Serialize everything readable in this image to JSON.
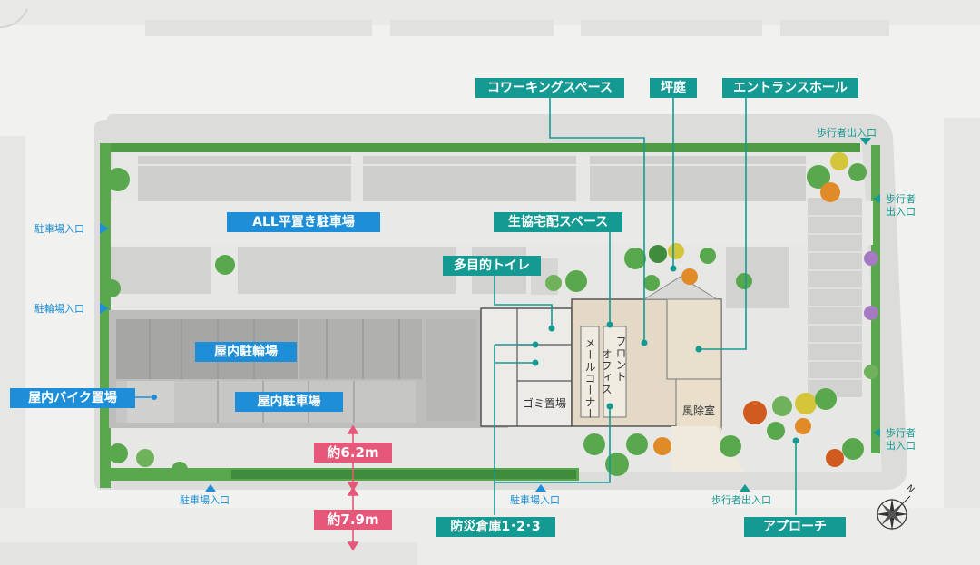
{
  "callouts": {
    "coworking": "コワーキングスペース",
    "tsuboniwa": "坪庭",
    "entrance_hall": "エントランスホール",
    "seikyo": "生協宅配スペース",
    "toilet": "多目的トイレ",
    "bousai": "防災倉庫1･2･3",
    "approach": "アプローチ"
  },
  "zones": {
    "flat_parking": "ALL平置き駐車場",
    "bike_indoor": "屋内駐輪場",
    "moto_indoor": "屋内バイク置場",
    "car_indoor": "屋内駐車場"
  },
  "distances": {
    "d1": "約6.2m",
    "d2": "約7.9m"
  },
  "entrances": {
    "parking_left": "駐車場入口",
    "bicycle_left": "駐輪場入口",
    "parking_bottom_left": "駐車場入口",
    "parking_bottom_center": "駐車場入口",
    "ped_bottom": "歩行者出入口",
    "ped_top_right": "歩行者出入口",
    "ped_right_1a": "歩行者",
    "ped_right_1b": "出入口",
    "ped_right_2a": "歩行者",
    "ped_right_2b": "出入口"
  },
  "rooms": {
    "garbage": "ゴミ置場",
    "mail": "メールコーナー",
    "front1": "フロント",
    "front2": "オフィス",
    "windbreak": "風除室"
  },
  "compass": {
    "north": "N"
  },
  "colors": {
    "teal": "#159a93",
    "blue": "#1f8ed8",
    "pink": "#e5587a",
    "green": "#3f9e3c",
    "road": "#ececea",
    "floor": "#e3d9c6"
  }
}
